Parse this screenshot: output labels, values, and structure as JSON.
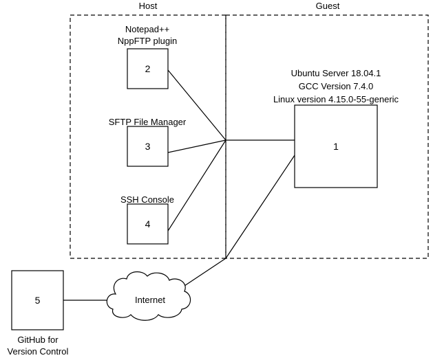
{
  "regions": {
    "host": "Host",
    "guest": "Guest"
  },
  "nodes": {
    "n1": {
      "number": "1",
      "caption_lines": [
        "Ubuntu Server 18.04.1",
        "GCC Version 7.4.0",
        "Linux version 4.15.0-55-generic"
      ]
    },
    "n2": {
      "number": "2",
      "caption_lines": [
        "Notepad++",
        "NppFTP plugin"
      ]
    },
    "n3": {
      "number": "3",
      "caption_lines": [
        "SFTP File Manager"
      ]
    },
    "n4": {
      "number": "4",
      "caption_lines": [
        "SSH Console"
      ]
    },
    "n5": {
      "number": "5",
      "caption_lines": [
        "GitHub for",
        "Version Control"
      ]
    }
  },
  "cloud": {
    "label": "Internet"
  },
  "colors": {
    "stroke": "#000000",
    "fill": "#ffffff",
    "text": "#000000"
  }
}
